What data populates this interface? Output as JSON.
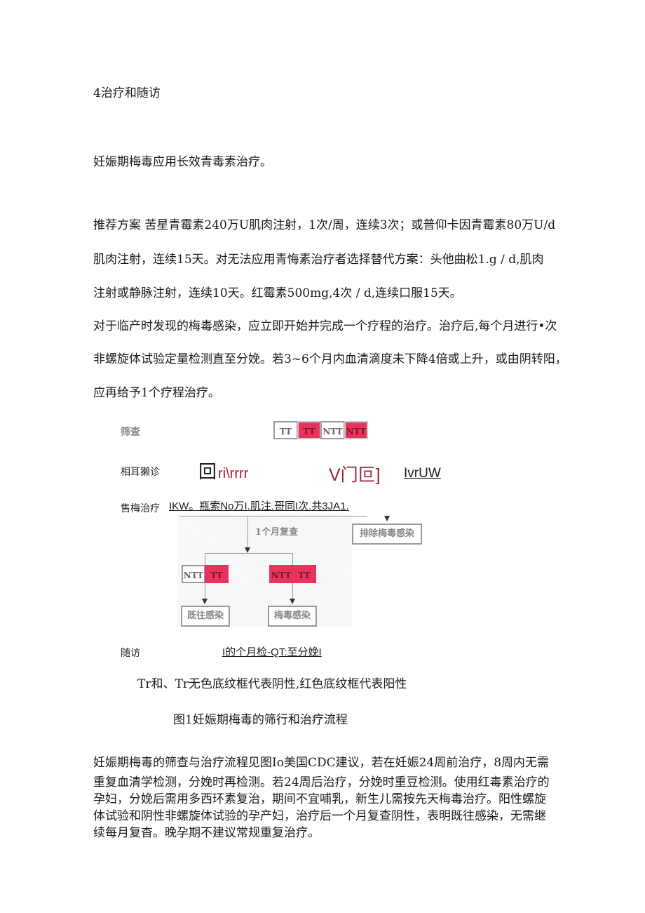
{
  "section": {
    "heading": "4治疗和随访",
    "intro": "妊娠期梅毒应用长效青毒素治疗。"
  },
  "regimen": {
    "lines": [
      "推荐方案 苦星青霉素240万U肌肉注射，1次/周，连续3次；或普仰卡因青霉素80万U/d",
      "肌肉注射，连续15天。对无法应用青悔素治疗者选择替代方案：头他曲松1.g / d,肌肉",
      "注射或静脉注射，连续10天。红霉素500mg,4次 / d,连续口服15天。"
    ]
  },
  "followup_para": {
    "lines": [
      "对于临产时发现的梅毒感染，应立即开始并完成一个疗程的治疗。治疗后,每个月进行•次",
      "非螺旋体试验定量检测直至分娩。若3~6个月内血清滴度未下降4倍或上升，或由阴转阳，",
      "应再给予1个疗程治疗。"
    ]
  },
  "figure": {
    "rows": {
      "screening_label": "筛查",
      "diagnosis_label": "相耳獭诊",
      "treatment_label": "售梅治疗",
      "followup_label": "随访"
    },
    "screening_cells": [
      {
        "text": "TT",
        "positive": false
      },
      {
        "text": "TT",
        "positive": true
      },
      {
        "text": "NTT",
        "positive": false
      },
      {
        "text": "NTT",
        "positive": true
      }
    ],
    "diagnosis_ocr": {
      "left_glyph": "回",
      "left_text": "ri\\rrrr",
      "mid_text": "V门叵]",
      "right_text": "IvrUW"
    },
    "treatment_text": "IKW。瓶索No万I.肌注.哥同I次.共3JA1.",
    "recheck_label": "1个月复查",
    "exclude_box": "排除梅毒感染",
    "branch_left_cells": [
      {
        "text": "NTT",
        "positive": false
      },
      {
        "text": "TT",
        "positive": true
      }
    ],
    "branch_right_cells": [
      {
        "text": "NTT",
        "positive": true
      },
      {
        "text": "TT",
        "positive": true
      }
    ],
    "outcome_left": "既往感染",
    "outcome_right": "梅毒感染",
    "followup_text": "I的个月检-QT:至分娩I",
    "legend": "Tr和、Tr无色底纹框代表阴性,红色底纹框代表阳性",
    "caption": "图1妊娠期梅毒的筛行和治疗流程",
    "colors": {
      "positive_fill": "#e8345d",
      "border": "#9a9a9a",
      "ocr_red": "#a0203a"
    }
  },
  "cdc_para": {
    "lines": [
      "妊娠期梅毒的筛查与治疗流程见图Io美国CDC建议，若在妊娠24周前治疗，8周内无需",
      "重复血清学检测，分娩时再检测。若24周后治疗，分娩时重豆检测。使用红毒素治疗的",
      "孕妇，分娩后需用多西环素复治，期间不宜哺乳，新生儿需按先天梅毒治疗。阳性螺旋",
      "体试验和阴性非螺旋体试验的孕产妇，治疗后一个月复查阴性，表明既往感染，无需继",
      "续每月复杳。晚孕期不建议常规重复治疗。"
    ]
  }
}
